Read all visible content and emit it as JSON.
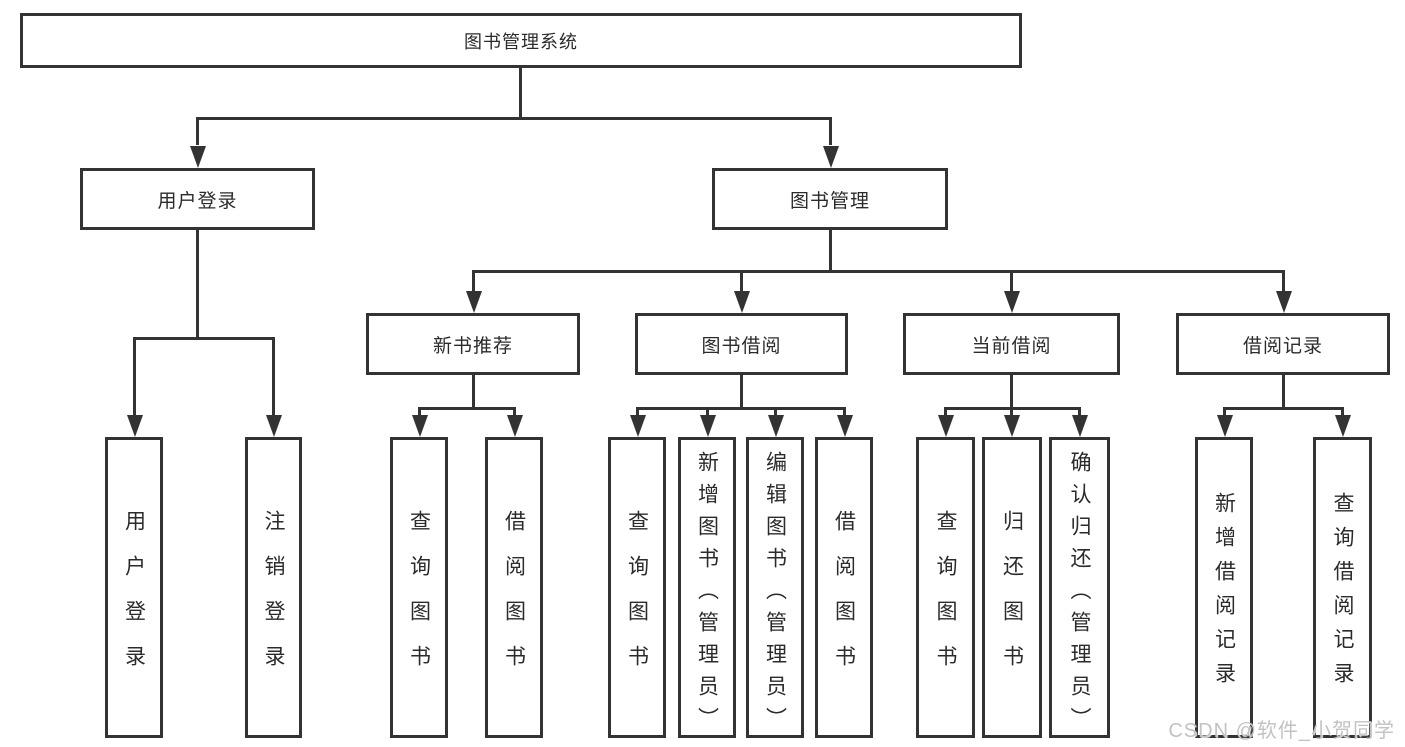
{
  "tree": {
    "root": {
      "label": "图书管理系统"
    },
    "children": [
      {
        "label": "用户登录",
        "children": [
          {
            "label": "用户登录"
          },
          {
            "label": "注销登录"
          }
        ]
      },
      {
        "label": "图书管理",
        "children": [
          {
            "label": "新书推荐",
            "children": [
              {
                "label": "查询图书"
              },
              {
                "label": "借阅图书"
              }
            ]
          },
          {
            "label": "图书借阅",
            "children": [
              {
                "label": "查询图书"
              },
              {
                "label": "新增图书（管理员）"
              },
              {
                "label": "编辑图书（管理员）"
              },
              {
                "label": "借阅图书"
              }
            ]
          },
          {
            "label": "当前借阅",
            "children": [
              {
                "label": "查询图书"
              },
              {
                "label": "归还图书"
              },
              {
                "label": "确认归还（管理员）"
              }
            ]
          },
          {
            "label": "借阅记录",
            "children": [
              {
                "label": "新增借阅记录"
              },
              {
                "label": "查询借阅记录"
              }
            ]
          }
        ]
      }
    ]
  },
  "watermark": {
    "text": "CSDN @软件_小贺同学"
  },
  "colors": {
    "line": "#333333",
    "ink": "#2b2b2b",
    "watermark": "#c2c2c2"
  }
}
